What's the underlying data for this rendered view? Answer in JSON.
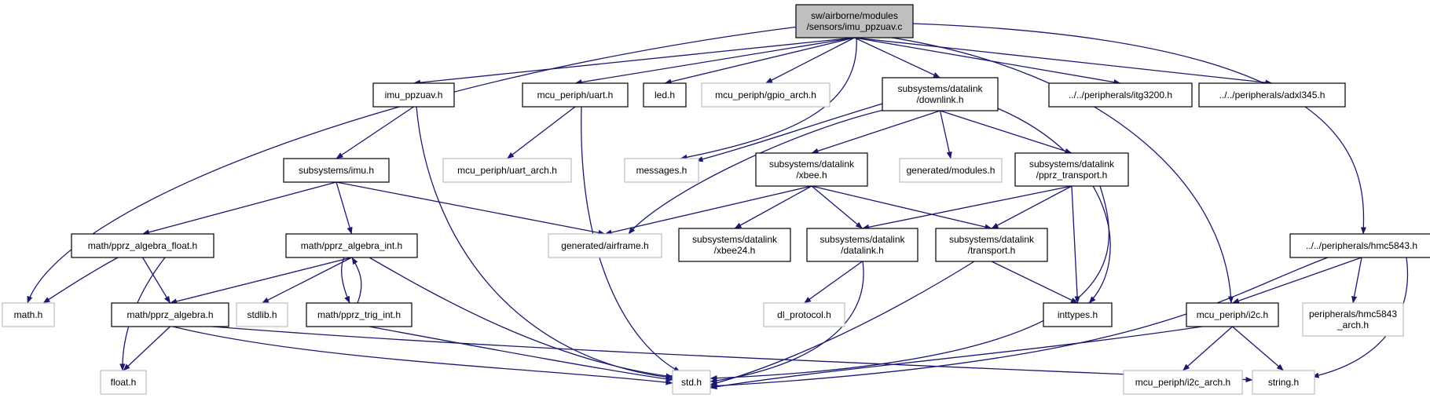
{
  "colors": {
    "edge": "#191970",
    "solid_border": "#000000",
    "gray_border": "#bfbfbf",
    "root_fill": "#bfbfbf",
    "node_fill": "#ffffff",
    "text": "#000000"
  },
  "nodes": [
    {
      "id": "root",
      "lines": [
        "sw/airborne/modules",
        "/sensors/imu_ppzuav.c"
      ],
      "style": "root"
    },
    {
      "id": "imu_ppzuav_h",
      "lines": [
        "imu_ppzuav.h"
      ],
      "style": "solid"
    },
    {
      "id": "uart_h",
      "lines": [
        "mcu_periph/uart.h"
      ],
      "style": "solid"
    },
    {
      "id": "led_h",
      "lines": [
        "led.h"
      ],
      "style": "solid"
    },
    {
      "id": "gpio_arch_h",
      "lines": [
        "mcu_periph/gpio_arch.h"
      ],
      "style": "gray"
    },
    {
      "id": "downlink_h",
      "lines": [
        "subsystems/datalink",
        "/downlink.h"
      ],
      "style": "solid"
    },
    {
      "id": "itg3200_h",
      "lines": [
        "../../peripherals/itg3200.h"
      ],
      "style": "solid"
    },
    {
      "id": "adxl345_h",
      "lines": [
        "../../peripherals/adxl345.h"
      ],
      "style": "solid"
    },
    {
      "id": "imu_h",
      "lines": [
        "subsystems/imu.h"
      ],
      "style": "solid"
    },
    {
      "id": "uart_arch_h",
      "lines": [
        "mcu_periph/uart_arch.h"
      ],
      "style": "gray"
    },
    {
      "id": "messages_h",
      "lines": [
        "messages.h"
      ],
      "style": "gray"
    },
    {
      "id": "xbee_h",
      "lines": [
        "subsystems/datalink",
        "/xbee.h"
      ],
      "style": "solid"
    },
    {
      "id": "modules_h",
      "lines": [
        "generated/modules.h"
      ],
      "style": "gray"
    },
    {
      "id": "pprz_transport_h",
      "lines": [
        "subsystems/datalink",
        "/pprz_transport.h"
      ],
      "style": "solid"
    },
    {
      "id": "algebra_float_h",
      "lines": [
        "math/pprz_algebra_float.h"
      ],
      "style": "solid"
    },
    {
      "id": "algebra_int_h",
      "lines": [
        "math/pprz_algebra_int.h"
      ],
      "style": "solid"
    },
    {
      "id": "airframe_h",
      "lines": [
        "generated/airframe.h"
      ],
      "style": "gray"
    },
    {
      "id": "xbee24_h",
      "lines": [
        "subsystems/datalink",
        "/xbee24.h"
      ],
      "style": "solid"
    },
    {
      "id": "datalink_h",
      "lines": [
        "subsystems/datalink",
        "/datalink.h"
      ],
      "style": "solid"
    },
    {
      "id": "transport_h",
      "lines": [
        "subsystems/datalink",
        "/transport.h"
      ],
      "style": "solid"
    },
    {
      "id": "hmc5843_h",
      "lines": [
        "../../peripherals/hmc5843.h"
      ],
      "style": "solid"
    },
    {
      "id": "math_h",
      "lines": [
        "math.h"
      ],
      "style": "gray"
    },
    {
      "id": "algebra_h",
      "lines": [
        "math/pprz_algebra.h"
      ],
      "style": "solid"
    },
    {
      "id": "stdlib_h",
      "lines": [
        "stdlib.h"
      ],
      "style": "gray"
    },
    {
      "id": "trig_int_h",
      "lines": [
        "math/pprz_trig_int.h"
      ],
      "style": "solid"
    },
    {
      "id": "dl_protocol_h",
      "lines": [
        "dl_protocol.h"
      ],
      "style": "gray"
    },
    {
      "id": "inttypes_h",
      "lines": [
        "inttypes.h"
      ],
      "style": "solid"
    },
    {
      "id": "i2c_h",
      "lines": [
        "mcu_periph/i2c.h"
      ],
      "style": "solid"
    },
    {
      "id": "hmc5843_arch_h",
      "lines": [
        "peripherals/hmc5843",
        "_arch.h"
      ],
      "style": "gray"
    },
    {
      "id": "float_h",
      "lines": [
        "float.h"
      ],
      "style": "gray"
    },
    {
      "id": "std_h",
      "lines": [
        "std.h"
      ],
      "style": "gray"
    },
    {
      "id": "i2c_arch_h",
      "lines": [
        "mcu_periph/i2c_arch.h"
      ],
      "style": "gray"
    },
    {
      "id": "string_h",
      "lines": [
        "string.h"
      ],
      "style": "gray"
    }
  ],
  "edges": [
    {
      "from": "root",
      "to": "math_h"
    },
    {
      "from": "root",
      "to": "imu_ppzuav_h"
    },
    {
      "from": "root",
      "to": "uart_h"
    },
    {
      "from": "root",
      "to": "led_h"
    },
    {
      "from": "root",
      "to": "gpio_arch_h"
    },
    {
      "from": "root",
      "to": "messages_h"
    },
    {
      "from": "root",
      "to": "downlink_h"
    },
    {
      "from": "root",
      "to": "i2c_h"
    },
    {
      "from": "root",
      "to": "itg3200_h"
    },
    {
      "from": "root",
      "to": "adxl345_h"
    },
    {
      "from": "root",
      "to": "hmc5843_h"
    },
    {
      "from": "imu_ppzuav_h",
      "to": "imu_h"
    },
    {
      "from": "imu_ppzuav_h",
      "to": "std_h"
    },
    {
      "from": "uart_h",
      "to": "uart_arch_h"
    },
    {
      "from": "uart_h",
      "to": "std_h"
    },
    {
      "from": "downlink_h",
      "to": "messages_h"
    },
    {
      "from": "downlink_h",
      "to": "airframe_h"
    },
    {
      "from": "downlink_h",
      "to": "xbee_h"
    },
    {
      "from": "downlink_h",
      "to": "modules_h"
    },
    {
      "from": "downlink_h",
      "to": "pprz_transport_h"
    },
    {
      "from": "downlink_h",
      "to": "inttypes_h"
    },
    {
      "from": "imu_h",
      "to": "algebra_float_h"
    },
    {
      "from": "imu_h",
      "to": "algebra_int_h"
    },
    {
      "from": "imu_h",
      "to": "airframe_h"
    },
    {
      "from": "xbee_h",
      "to": "airframe_h"
    },
    {
      "from": "xbee_h",
      "to": "xbee24_h"
    },
    {
      "from": "xbee_h",
      "to": "datalink_h"
    },
    {
      "from": "xbee_h",
      "to": "transport_h"
    },
    {
      "from": "pprz_transport_h",
      "to": "datalink_h"
    },
    {
      "from": "pprz_transport_h",
      "to": "transport_h"
    },
    {
      "from": "pprz_transport_h",
      "to": "inttypes_h"
    },
    {
      "from": "pprz_transport_h",
      "to": "std_h"
    },
    {
      "from": "algebra_float_h",
      "to": "math_h"
    },
    {
      "from": "algebra_float_h",
      "to": "algebra_h"
    },
    {
      "from": "algebra_float_h",
      "to": "float_h"
    },
    {
      "from": "algebra_int_h",
      "to": "algebra_h"
    },
    {
      "from": "algebra_int_h",
      "to": "stdlib_h"
    },
    {
      "from": "algebra_int_h",
      "to": "trig_int_h"
    },
    {
      "from": "algebra_int_h",
      "to": "std_h"
    },
    {
      "from": "trig_int_h",
      "to": "algebra_int_h"
    },
    {
      "from": "trig_int_h",
      "to": "std_h"
    },
    {
      "from": "datalink_h",
      "to": "dl_protocol_h"
    },
    {
      "from": "datalink_h",
      "to": "std_h"
    },
    {
      "from": "transport_h",
      "to": "inttypes_h"
    },
    {
      "from": "transport_h",
      "to": "std_h"
    },
    {
      "from": "hmc5843_h",
      "to": "i2c_h"
    },
    {
      "from": "hmc5843_h",
      "to": "hmc5843_arch_h"
    },
    {
      "from": "hmc5843_h",
      "to": "string_h"
    },
    {
      "from": "hmc5843_h",
      "to": "std_h"
    },
    {
      "from": "algebra_h",
      "to": "float_h"
    },
    {
      "from": "algebra_h",
      "to": "std_h"
    },
    {
      "from": "algebra_h",
      "to": "string_h"
    },
    {
      "from": "i2c_h",
      "to": "std_h"
    },
    {
      "from": "i2c_h",
      "to": "i2c_arch_h"
    },
    {
      "from": "i2c_h",
      "to": "string_h"
    }
  ]
}
